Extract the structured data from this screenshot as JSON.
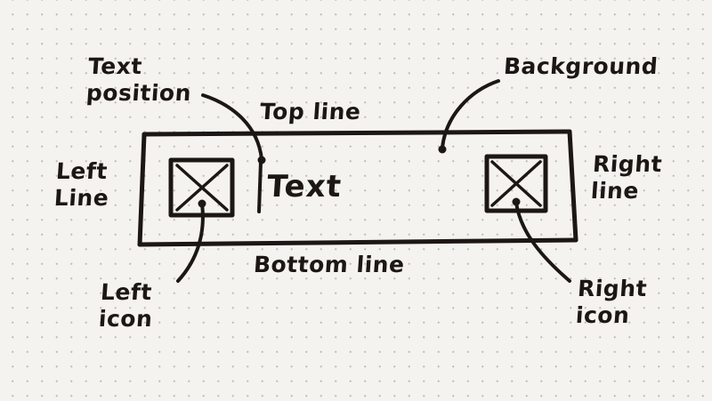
{
  "labels": {
    "text_position": "Text\nposition",
    "top_line": "Top line",
    "background": "Background",
    "left_line": "Left\nLine",
    "text": "Text",
    "right_line": "Right\nline",
    "bottom_line": "Bottom line",
    "left_icon": "Left\nicon",
    "right_icon": "Right\nicon"
  },
  "colors": {
    "ink": "#1c1715",
    "paper": "#f4f3ef",
    "dot_grid": "#bdbcb6"
  }
}
